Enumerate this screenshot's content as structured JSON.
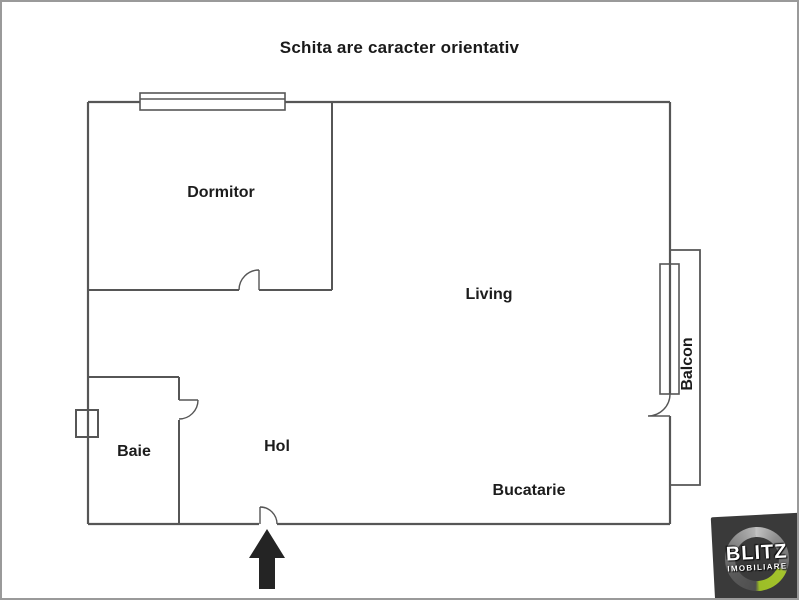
{
  "page": {
    "title": "Schita are caracter orientativ"
  },
  "rooms": {
    "dormitor": {
      "label": "Dormitor"
    },
    "living": {
      "label": "Living"
    },
    "baie": {
      "label": "Baie"
    },
    "hol": {
      "label": "Hol"
    },
    "bucatarie": {
      "label": "Bucatarie"
    },
    "balcon": {
      "label": "Balcon"
    }
  },
  "logo": {
    "brand": "BLITZ",
    "subtitle": "IMOBILIARE",
    "background_color": "#3a3a3a",
    "accent_color": "#a4c42d"
  },
  "colors": {
    "wall": "#565656",
    "arrow": "#242424",
    "background": "#ffffff",
    "frame_border": "#9a9a9a",
    "label_text": "#1c1c1c"
  }
}
